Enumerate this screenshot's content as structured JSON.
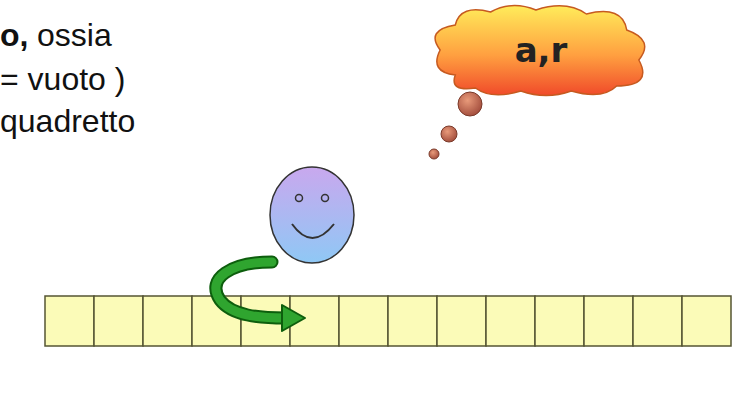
{
  "diagram": {
    "nodes": [
      {
        "text": [
          "a,r"
        ]
      }
    ],
    "labels": [
      "o,",
      "ossia",
      "= vuoto )",
      "quadretto"
    ]
  }
}
